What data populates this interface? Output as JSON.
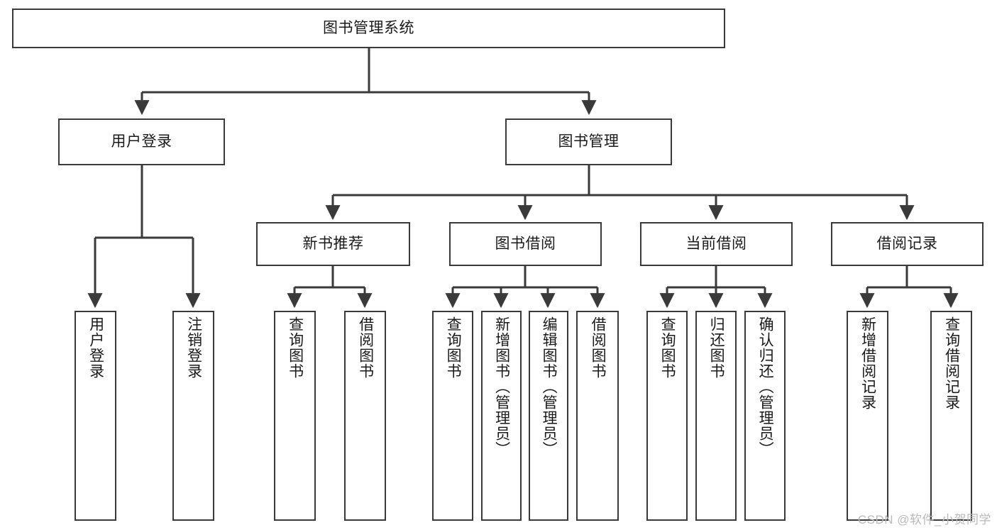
{
  "diagram": {
    "title": "图书管理系统",
    "watermark": "CSDN @软件_小贺同学",
    "line_color": "#3a3a3a",
    "box_fill": "#ffffff",
    "text_color": "#1a1a1a",
    "watermark_color": "#b9b9b9",
    "root": {
      "label": "图书管理系统"
    },
    "level2": [
      {
        "label": "用户登录"
      },
      {
        "label": "图书管理"
      }
    ],
    "level3": [
      {
        "label": "新书推荐"
      },
      {
        "label": "图书借阅"
      },
      {
        "label": "当前借阅"
      },
      {
        "label": "借阅记录"
      }
    ],
    "leaves": {
      "user_login": [
        {
          "label": "用户登录"
        },
        {
          "label": "注销登录"
        }
      ],
      "new_book": [
        {
          "label": "查询图书"
        },
        {
          "label": "借阅图书"
        }
      ],
      "book_borrow": [
        {
          "label": "查询图书"
        },
        {
          "label": "新增图书（管理员）"
        },
        {
          "label": "编辑图书（管理员）"
        },
        {
          "label": "借阅图书"
        }
      ],
      "current_borrow": [
        {
          "label": "查询图书"
        },
        {
          "label": "归还图书"
        },
        {
          "label": "确认归还（管理员）"
        }
      ],
      "borrow_record": [
        {
          "label": "新增借阅记录"
        },
        {
          "label": "查询借阅记录"
        }
      ]
    }
  }
}
